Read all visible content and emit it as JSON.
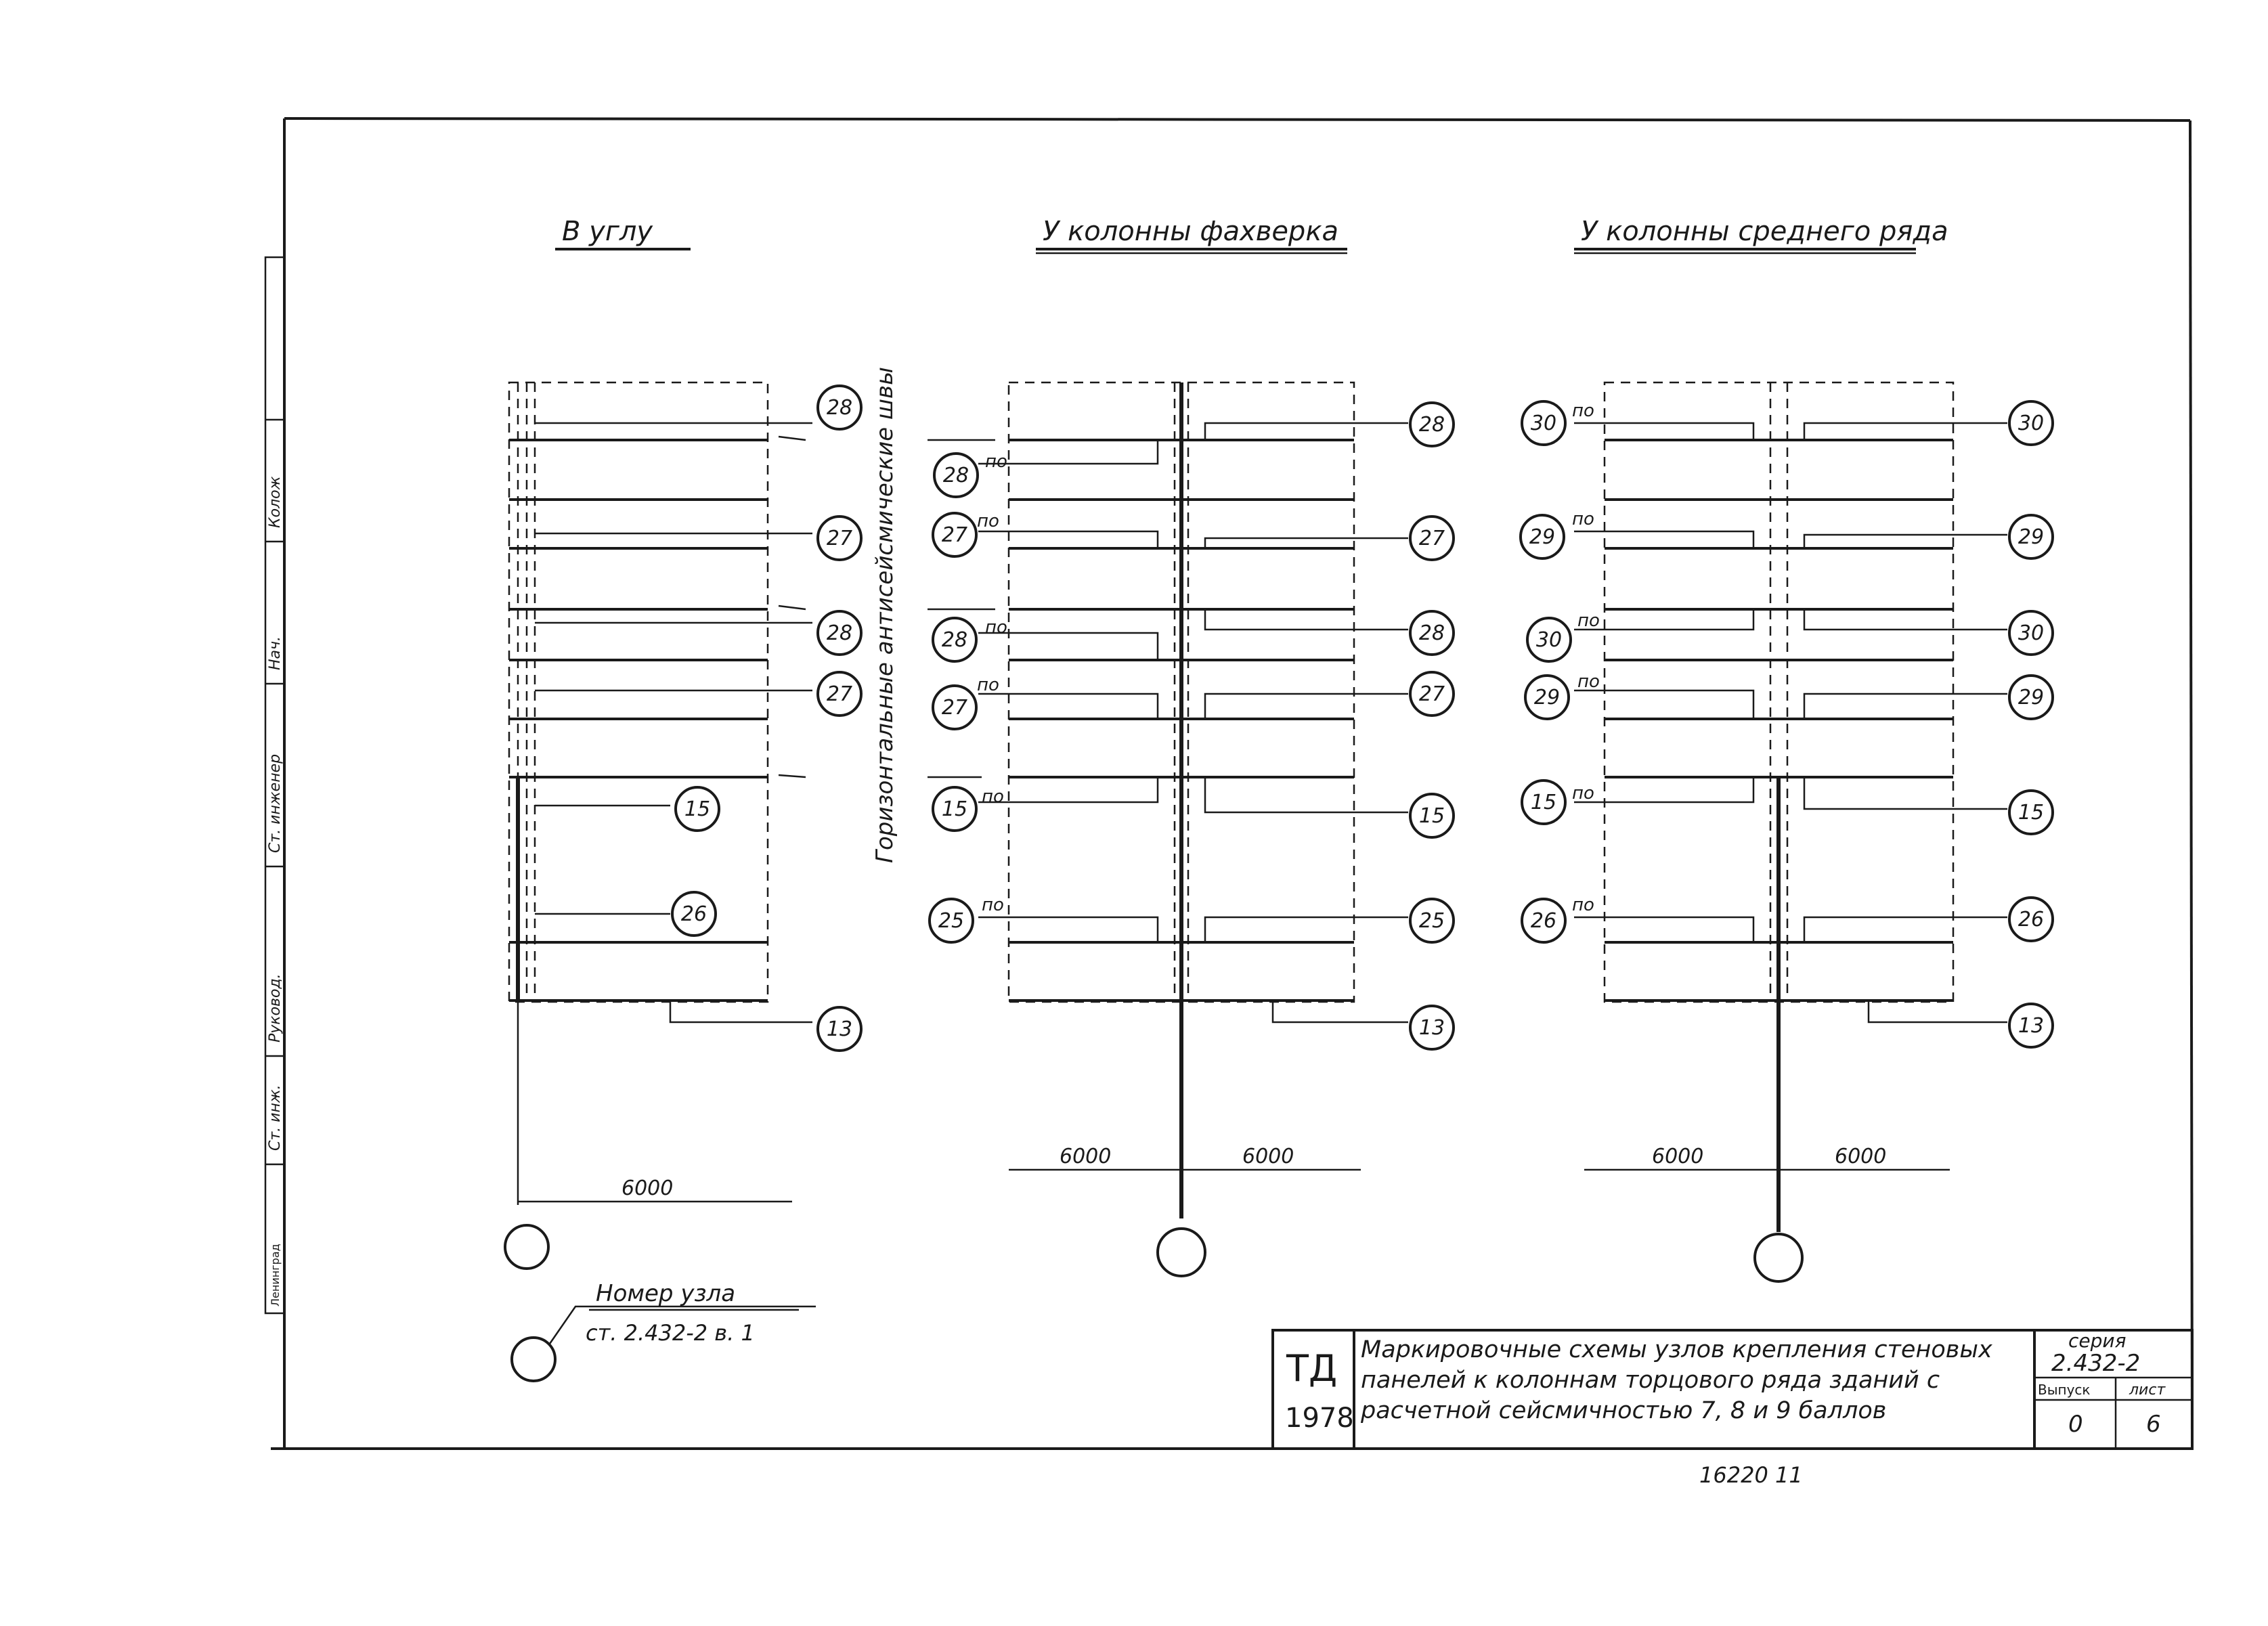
{
  "headings": {
    "corner": "В углу",
    "fachwerk": "У колонны фахверка",
    "middle": "У колонны среднего ряда"
  },
  "vertical_note": "Горизонтальные антисейсмические швы",
  "po": "по",
  "dimensions": {
    "corner": "6000",
    "fachwerk_left": "6000",
    "fachwerk_right": "6000",
    "middle_left": "6000",
    "middle_right": "6000"
  },
  "corner_nodes": [
    "28",
    "27",
    "28",
    "27",
    "15",
    "26",
    "13"
  ],
  "fachwerk_left_nodes": [
    "28",
    "27",
    "28",
    "27",
    "15",
    "25"
  ],
  "fachwerk_right_nodes": [
    "28",
    "27",
    "28",
    "27",
    "15",
    "25",
    "13"
  ],
  "middle_left_nodes": [
    "30",
    "29",
    "30",
    "29",
    "15",
    "26"
  ],
  "middle_right_nodes": [
    "30",
    "29",
    "30",
    "29",
    "15",
    "26",
    "13"
  ],
  "legend": {
    "line1": "Номер узла",
    "line2": "ст. 2.432-2  в. 1"
  },
  "side_stamp": [
    "Ленинград",
    "Ст. инж.",
    "Руковод.",
    "Ст. инженер",
    "Нач.",
    "Колож"
  ],
  "title_block": {
    "org_letters": "ТД",
    "year": "1978",
    "title_lines": [
      "Маркировочные схемы узлов крепления стеновых",
      "панелей к колоннам торцового ряда зданий с",
      "расчетной сейсмичностью 7, 8 и 9 баллов"
    ],
    "series_label": "серия",
    "series_value": "2.432-2",
    "issue_label": "Выпуск",
    "issue_value": "0",
    "sheet_label": "лист",
    "sheet_value": "6"
  },
  "bottom_code": "16220  11"
}
